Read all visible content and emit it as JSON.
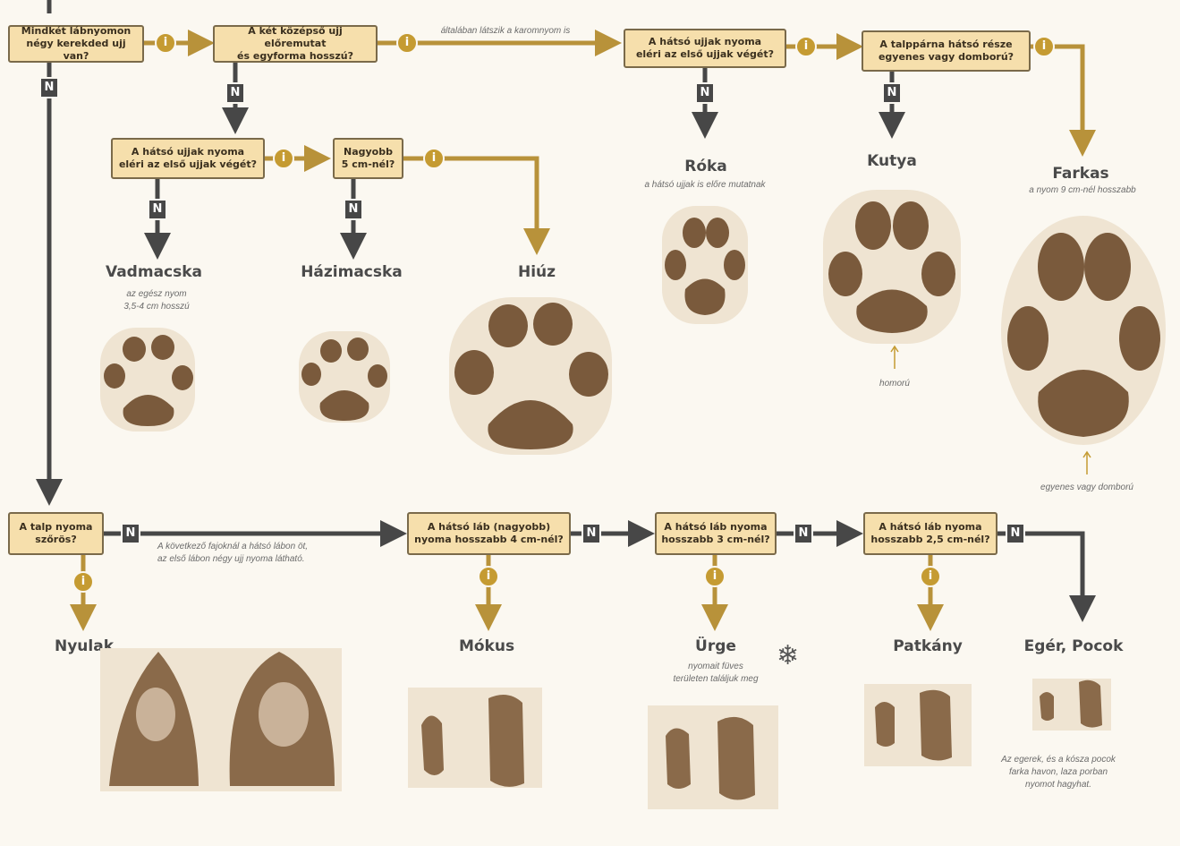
{
  "questions": {
    "q1": "Mindkét lábnyomon\nnégy kerekded ujj van?",
    "q2": "A két középső ujj előremutat\nés egyforma hosszú?",
    "q3": "A hátsó ujjak nyoma\neléri az első ujjak végét?",
    "q4": "A talppárna hátsó része\negyenes vagy domború?",
    "q5": "A hátsó ujjak nyoma\neléri az első ujjak végét?",
    "q6": "Nagyobb\n5 cm-nél?",
    "q7": "A talp nyoma\nszőrös?",
    "q8": "A hátsó láb (nagyobb)\nnyoma hosszabb 4 cm-nél?",
    "q9": "A hátsó láb nyoma\nhosszabb 3 cm-nél?",
    "q10": "A hátsó láb nyoma\nhosszabb 2,5 cm-nél?"
  },
  "markers": {
    "no": "N",
    "yes": "i"
  },
  "animals": {
    "roka": "Róka",
    "kutya": "Kutya",
    "farkas": "Farkas",
    "vadmacska": "Vadmacska",
    "hazimacska": "Házimacska",
    "hiuz": "Hiúz",
    "nyulak": "Nyulak",
    "mokus": "Mókus",
    "urge": "Ürge",
    "patkany": "Patkány",
    "eger": "Egér, Pocok"
  },
  "notes": {
    "karom": "általában látszik a karomnyom is",
    "roka": "a hátsó ujjak is előre mutatnak",
    "farkas": "a nyom 9 cm-nél hosszabb",
    "vadmacska": "az egész nyom\n3,5-4 cm hosszú",
    "homoru": "homorú",
    "egyenes": "egyenes vagy domború",
    "kovetkezo": "A következő fajoknál a hátsó lábon öt,\naz első lábon négy ujj nyoma látható.",
    "urge": "nyomait füves\nterületen találjuk meg",
    "eger": "Az egerek, és a kósza pocok\nfarka havon, laza porban\nnyomot hagyhat."
  },
  "icons": {
    "snowflake": "snowflake-icon",
    "print": "paw-print-icon"
  },
  "colors": {
    "box": "#f6dfac",
    "yes_arrow": "#b8923a",
    "no_arrow": "#474747",
    "print_ink": "#6b4a2e"
  }
}
